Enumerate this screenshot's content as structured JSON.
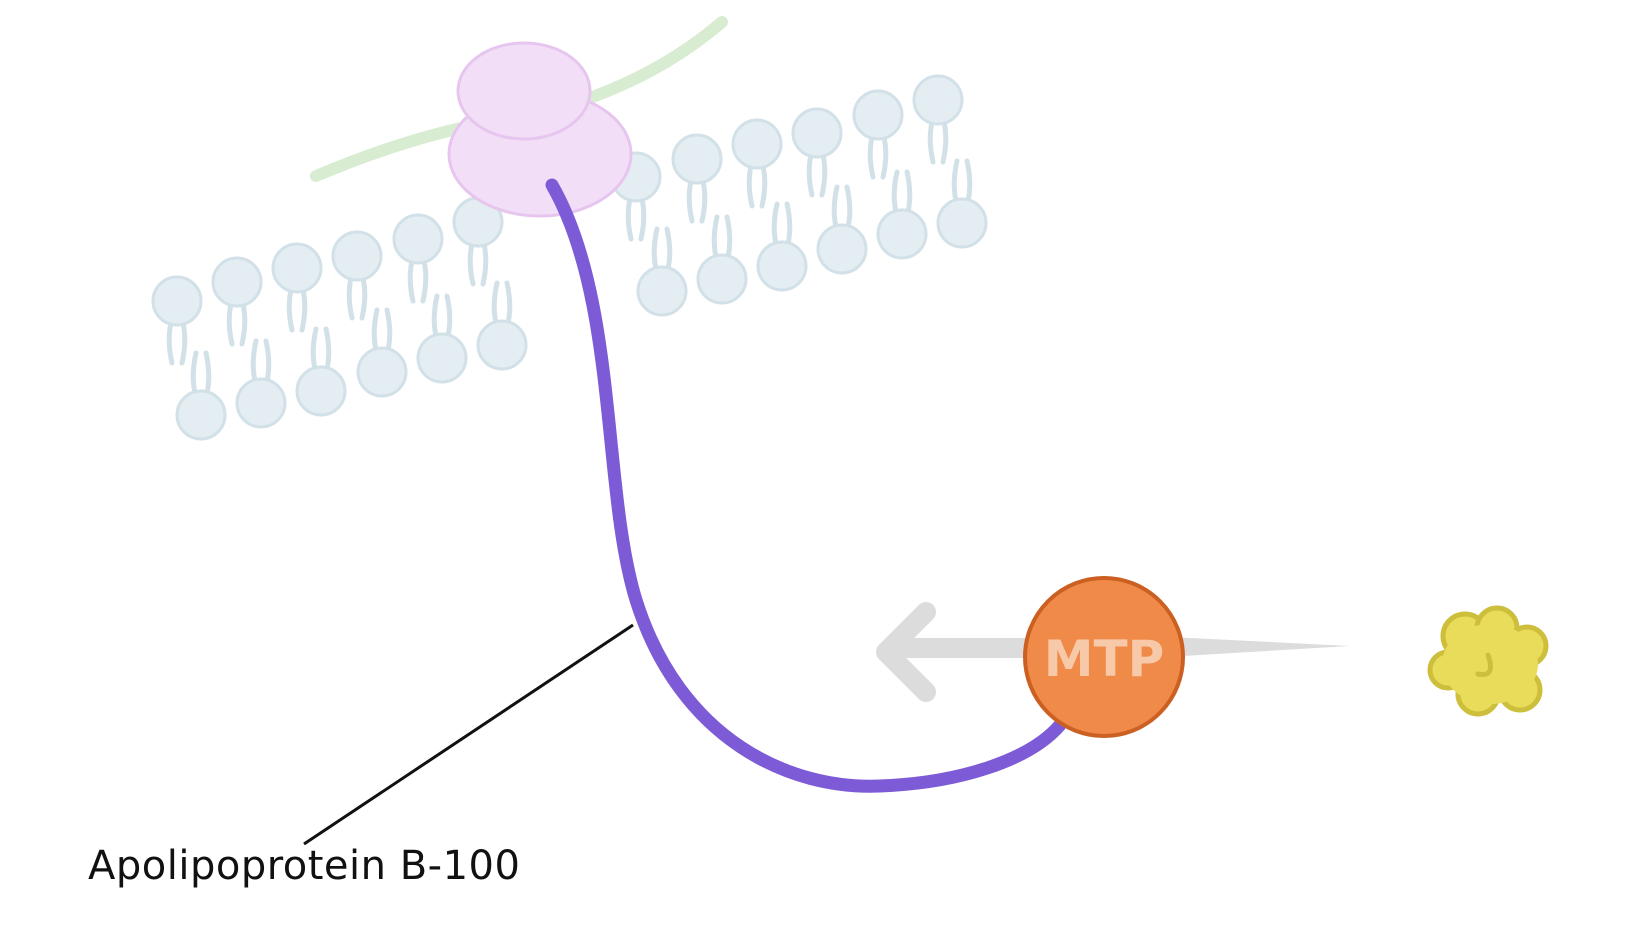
{
  "labels": {
    "protein": "Apolipoprotein B-100",
    "enzyme": "MTP"
  },
  "colors": {
    "background": "#ffffff",
    "phospholipid_fill": "#e3edf2",
    "phospholipid_stroke": "#d2e0e7",
    "ribosome_fill": "#f3def8",
    "ribosome_stroke": "#e6c6ee",
    "mrna_strand": "#d8ecd2",
    "apob_strand": "#7e5bd6",
    "mtp_fill": "#ef8a48",
    "mtp_stroke": "#cc5f22",
    "mtp_text": "#f8c9a8",
    "arrow": "#dcdcdc",
    "lipid_fill": "#e8dc5a",
    "lipid_stroke": "#cdbf3c",
    "leader_line": "#111111"
  },
  "icons": {
    "membrane": "phospholipid-bilayer",
    "ribosome": "ribosome",
    "lipid": "lipid-droplet",
    "direction": "arrow-left"
  }
}
